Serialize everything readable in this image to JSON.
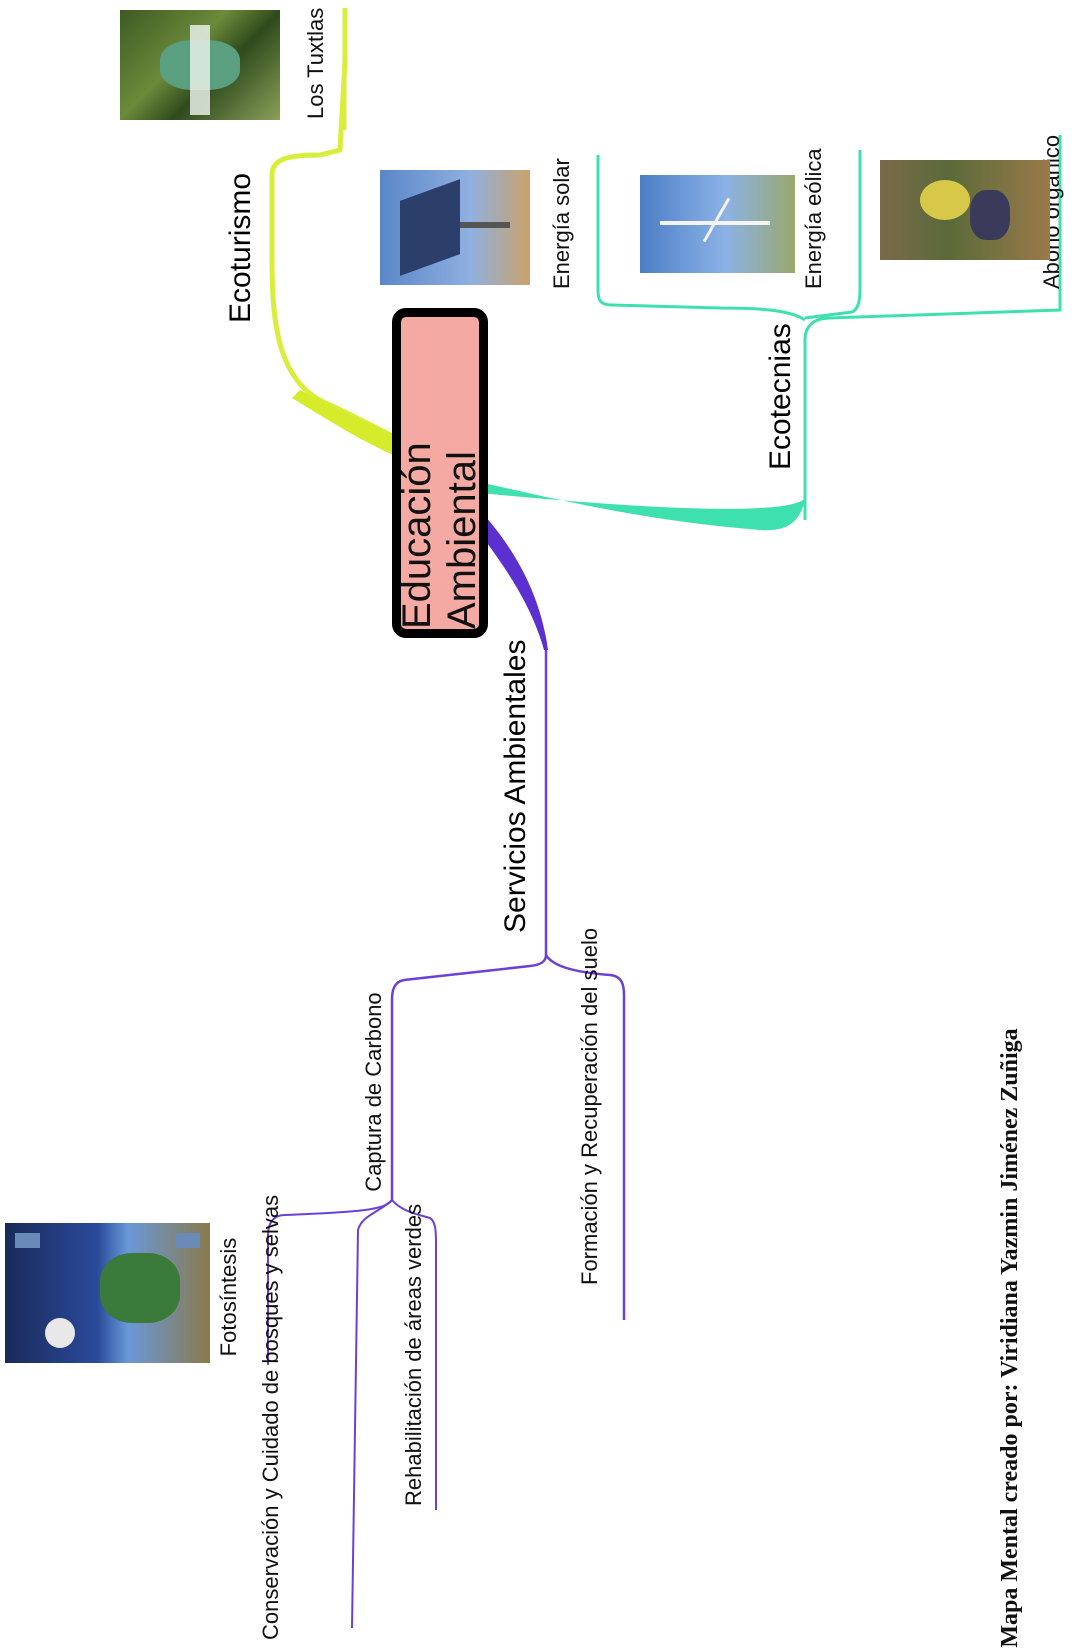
{
  "title": "Educación Ambiental",
  "branches": {
    "ecoturismo": {
      "label": "Ecoturismo",
      "color": "#d9ee3a",
      "children": {
        "los_tuxtlas": "Los Tuxtlas"
      }
    },
    "ecotecnias": {
      "label": "Ecotecnias",
      "color": "#3fe0b0",
      "children": {
        "energia_solar": "Energía solar",
        "energia_eolica": "Energía eólica",
        "abono_organico": "Abono orgánico"
      }
    },
    "servicios": {
      "label": "Servicios Ambientales",
      "color": "#5b2fd0",
      "children": {
        "captura": "Captura de Carbono",
        "fotosintesis": "Fotosíntesis",
        "conservacion": "Conservación y Cuidado de bosques y selvas",
        "rehabilitacion": "Rehabilitación de áreas verdes",
        "formacion": "Formación y Recuperación del suelo"
      }
    }
  },
  "credit": "Mapa Mental creado por: Viridiana Yazmin Jiménez Zuñiga"
}
